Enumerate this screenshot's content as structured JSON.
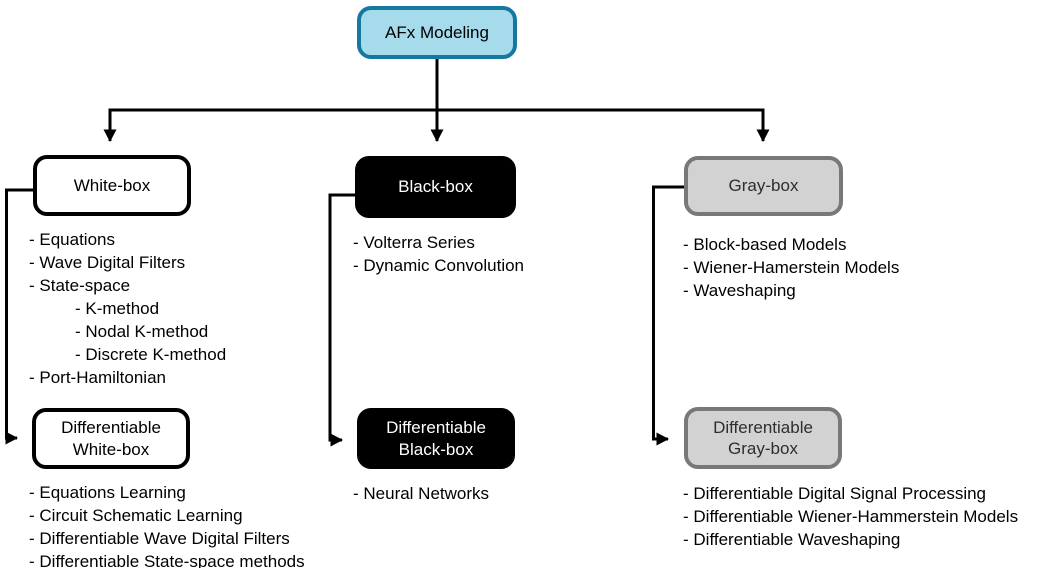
{
  "diagram": {
    "root": {
      "label": "AFx Modeling"
    },
    "branches": {
      "white": {
        "label": "White-box",
        "items": [
          "- Equations",
          "- Wave Digital Filters",
          "- State-space",
          "- K-method",
          "- Nodal K-method",
          "- Discrete K-method",
          "- Port-Hamiltonian"
        ],
        "diff_label_line1": "Differentiable",
        "diff_label_line2": "White-box",
        "diff_items": [
          "- Equations Learning",
          "- Circuit Schematic Learning",
          "- Differentiable Wave Digital Filters",
          "- Differentiable State-space methods"
        ]
      },
      "black": {
        "label": "Black-box",
        "items": [
          "- Volterra Series",
          "- Dynamic Convolution"
        ],
        "diff_label_line1": "Differentiable",
        "diff_label_line2": "Black-box",
        "diff_items": [
          "- Neural Networks"
        ]
      },
      "gray": {
        "label": "Gray-box",
        "items": [
          "- Block-based Models",
          "- Wiener-Hamerstein Models",
          "- Waveshaping"
        ],
        "diff_label_line1": "Differentiable",
        "diff_label_line2": "Gray-box",
        "diff_items": [
          "- Differentiable Digital Signal Processing",
          "- Differentiable Wiener-Hammerstein Models",
          "- Differentiable Waveshaping"
        ]
      }
    },
    "colors": {
      "root_fill": "#A6DBEC",
      "root_border": "#1678A0",
      "black_fill": "#000000",
      "black_text": "#FFFFFF",
      "gray_fill": "#D2D2D2",
      "gray_border": "#787878",
      "gray_text": "#2E2E2E",
      "line": "#000000"
    }
  }
}
